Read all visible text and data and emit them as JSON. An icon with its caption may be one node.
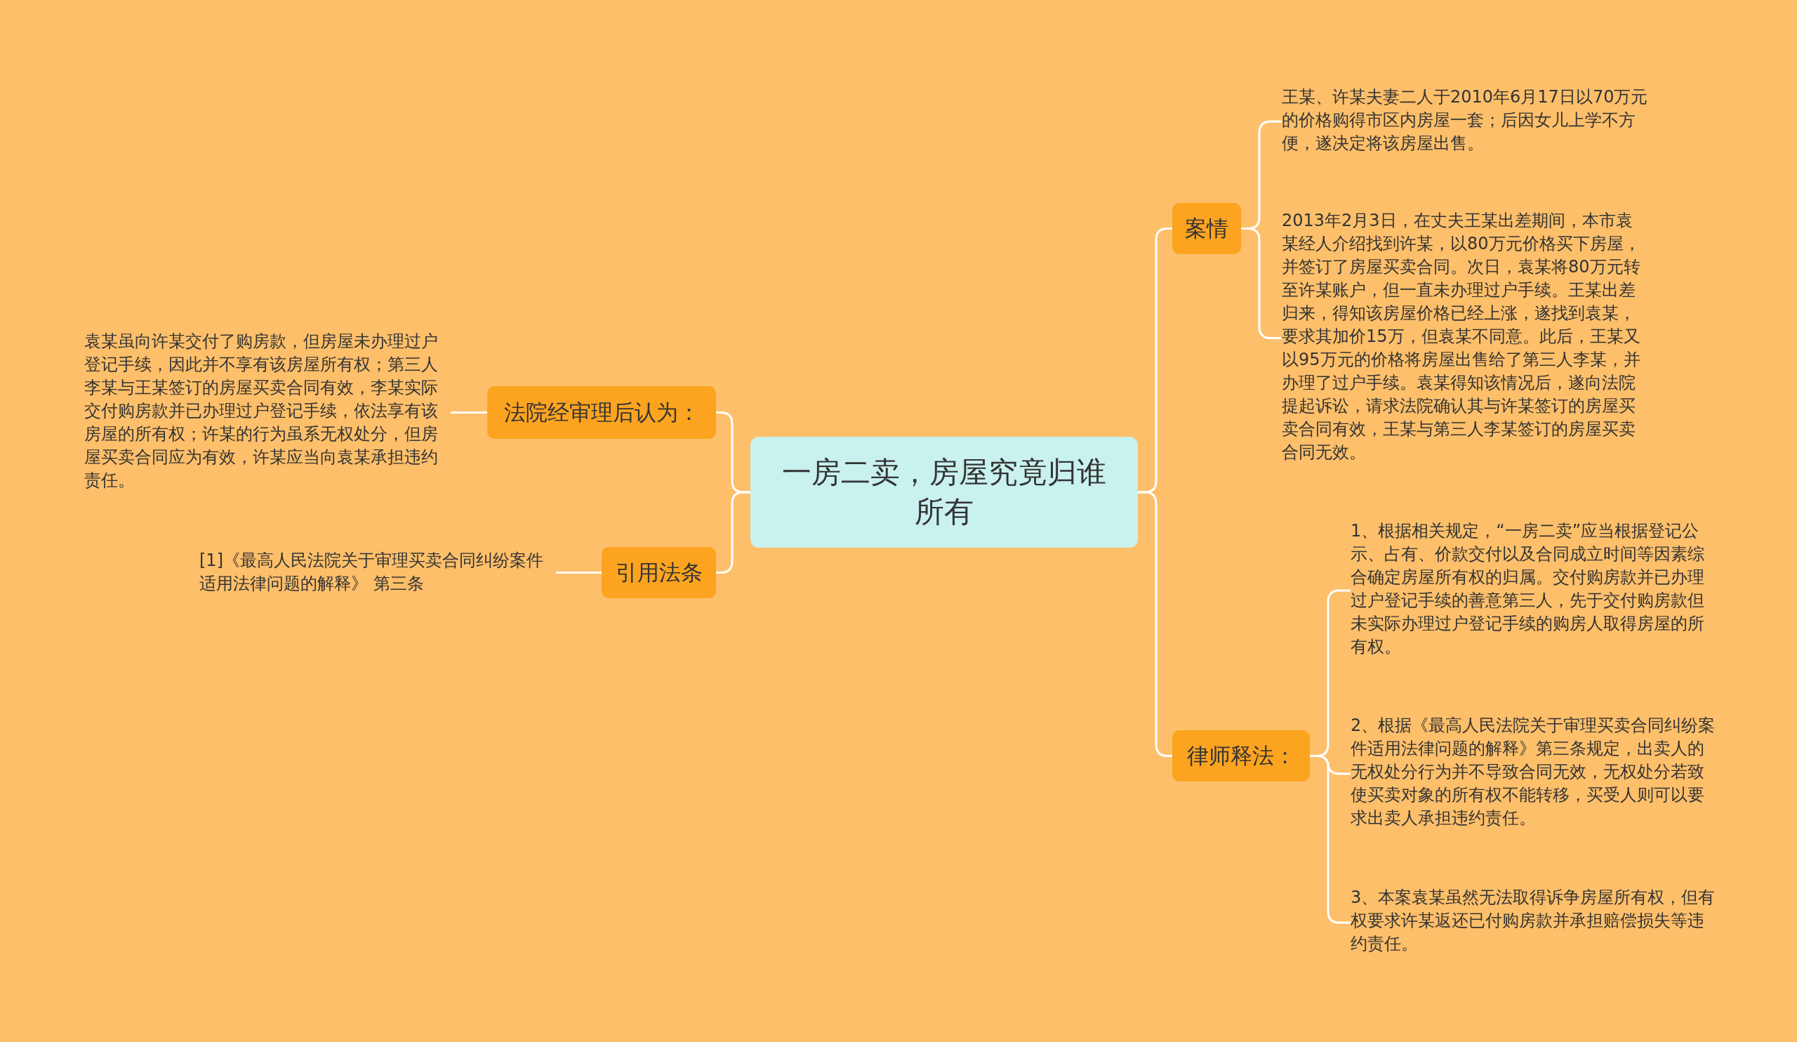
{
  "diagram": {
    "nodes": [
      {
        "text": [
          "一房二卖，房屋究竟归谁所有"
        ]
      },
      {
        "text": [
          "法院经审理后认为："
        ]
      },
      {
        "text": [
          "袁某虽向许某交付了购房款，但房屋未办理过户登记手续，因此并不享有该房屋所有权；第三人李某与王某签订的房屋买卖合同有效，李某实际交付购房款并已办理过户登记手续，依法享有该房屋的所有权；许某的行为虽系无权处分，但房屋买卖合同应为有效，许某应当向袁某承担违约责任。"
        ]
      },
      {
        "text": [
          "引用法条"
        ]
      },
      {
        "text": [
          "[1]《最高人民法院关于审理买卖合同纠纷案件适用法律问题的解释》 第三条"
        ]
      },
      {
        "text": [
          "案情"
        ]
      },
      {
        "text": [
          "王某、许某夫妻二人于2010年6月17日以70万元的价格购得市区内房屋一套；后因女儿上学不方便，遂决定将该房屋出售。"
        ]
      },
      {
        "text": [
          "2013年2月3日，在丈夫王某出差期间，本市袁某经人介绍找到许某，以80万元价格买下房屋，并签订了房屋买卖合同。次日，袁某将80万元转至许某账户，但一直未办理过户手续。王某出差归来，得知该房屋价格已经上涨，遂找到袁某，要求其加价15万，但袁某不同意。此后，王某又以95万元的价格将房屋出售给了第三人李某，并办理了过户手续。袁某得知该情况后，遂向法院提起诉讼，请求法院确认其与许某签订的房屋买卖合同有效，王某与第三人李某签订的房屋买卖合同无效。"
        ]
      },
      {
        "text": [
          "律师释法："
        ]
      },
      {
        "text": [
          "1、根据相关规定，“一房二卖”应当根据登记公示、占有、价款交付以及合同成立时间等因素综合确定房屋所有权的归属。交付购房款并已办理过户登记手续的善意第三人，先于交付购房款但未实际办理过户登记手续的购房人取得房屋的所有权。"
        ]
      },
      {
        "text": [
          "2、根据《最高人民法院关于审理买卖合同纠纷案件适用法律问题的解释》第三条规定，出卖人的无权处分行为并不导致合同无效，无权处分若致使买卖对象的所有权不能转移，买受人则可以要求出卖人承担违约责任。"
        ]
      },
      {
        "text": [
          "3、本案袁某虽然无法取得诉争房屋所有权，但有权要求许某返还已付购房款并承担赔偿损失等违约责任。"
        ]
      }
    ],
    "edges": [
      {
        "from": 0,
        "to": 1,
        "arrow": "none"
      },
      {
        "from": 1,
        "to": 2,
        "arrow": "none"
      },
      {
        "from": 0,
        "to": 3,
        "arrow": "none"
      },
      {
        "from": 3,
        "to": 4,
        "arrow": "none"
      },
      {
        "from": 0,
        "to": 5,
        "arrow": "none"
      },
      {
        "from": 5,
        "to": 6,
        "arrow": "none"
      },
      {
        "from": 5,
        "to": 7,
        "arrow": "none"
      },
      {
        "from": 0,
        "to": 8,
        "arrow": "none"
      },
      {
        "from": 8,
        "to": 9,
        "arrow": "none"
      },
      {
        "from": 8,
        "to": 10,
        "arrow": "none"
      },
      {
        "from": 8,
        "to": 11,
        "arrow": "none"
      }
    ]
  }
}
